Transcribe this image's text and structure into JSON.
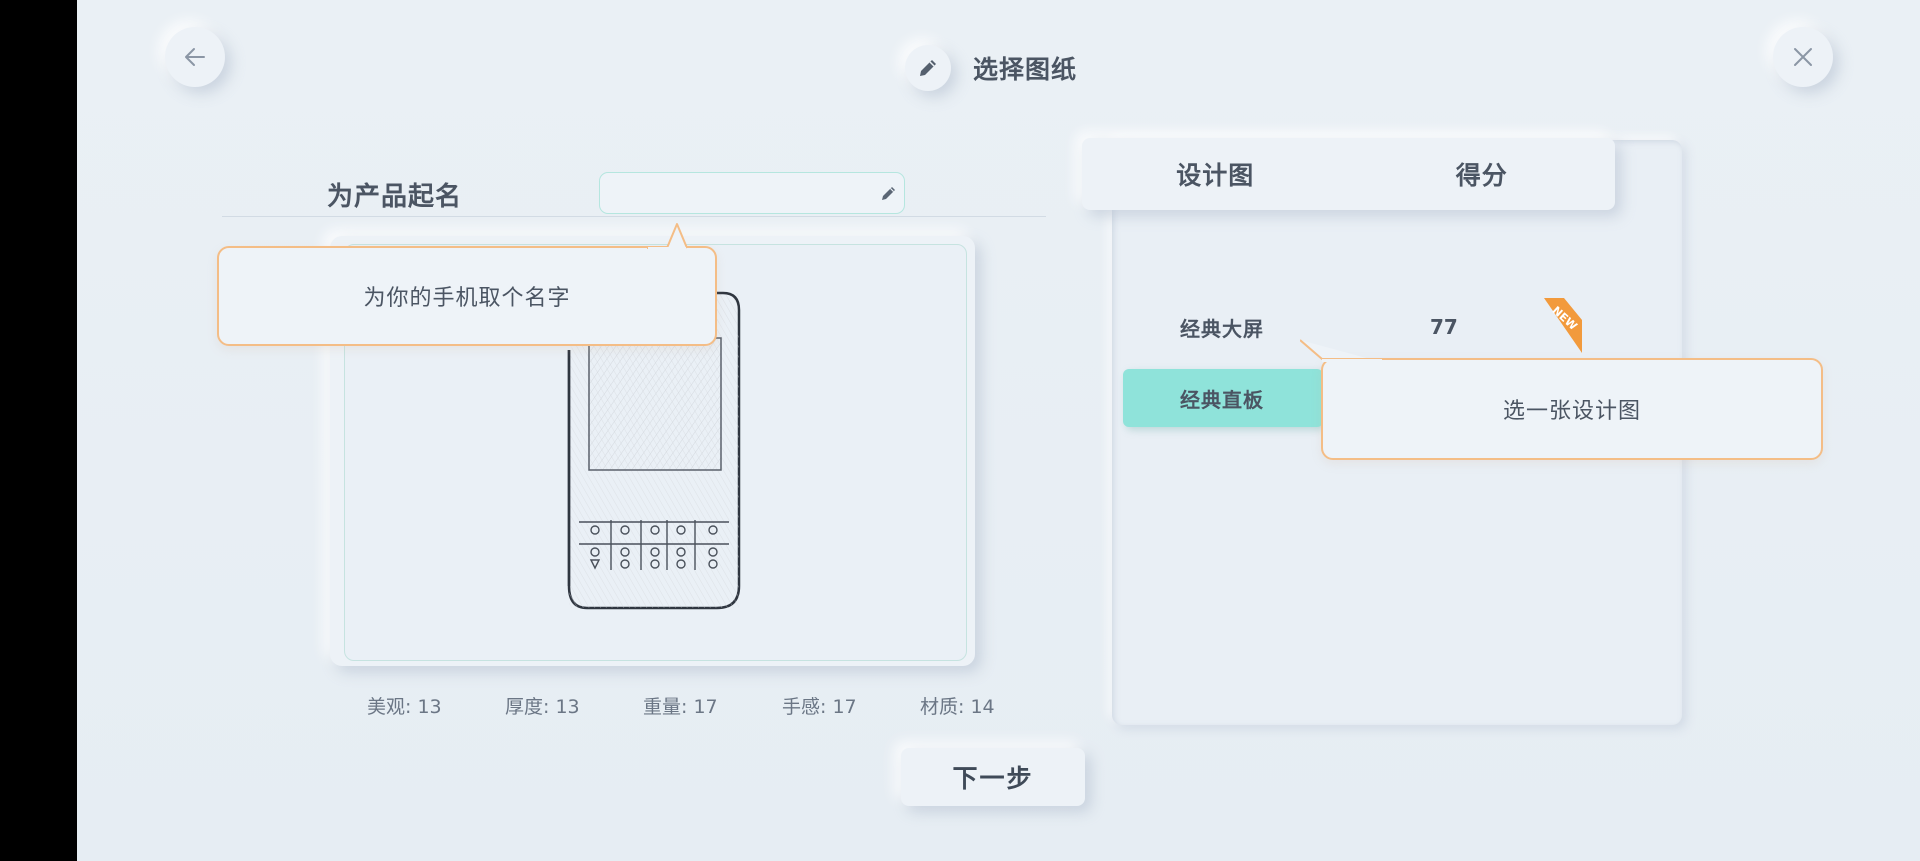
{
  "header": {
    "title": "选择图纸",
    "back_icon": "back-arrow-icon",
    "close_icon": "close-icon",
    "title_icon": "pencil-icon"
  },
  "naming": {
    "label": "为产品起名",
    "input_value": "",
    "input_placeholder": "",
    "input_icon": "pencil-icon"
  },
  "tooltip_name": "为你的手机取个名字",
  "tooltip_design": "选一张设计图",
  "stats": [
    {
      "label": "美观",
      "value": "13",
      "text": "美观: 13"
    },
    {
      "label": "厚度",
      "value": "13",
      "text": "厚度: 13"
    },
    {
      "label": "重量",
      "value": "17",
      "text": "重量: 17"
    },
    {
      "label": "手感",
      "value": "17",
      "text": "手感: 17"
    },
    {
      "label": "材质",
      "value": "14",
      "text": "材质: 14"
    }
  ],
  "next_button": "下一步",
  "design_list": {
    "columns": [
      "设计图",
      "得分"
    ],
    "rows": [
      {
        "name": "经典大屏",
        "score": "77",
        "badge": "NEW",
        "selected": false
      },
      {
        "name": "经典直板",
        "score": "",
        "badge": "",
        "selected": true
      }
    ]
  },
  "colors": {
    "accent_teal": "#8fe3da",
    "tooltip_border": "#f4bd86",
    "badge_orange": "#f29a3c",
    "background": "#e9eff5"
  }
}
